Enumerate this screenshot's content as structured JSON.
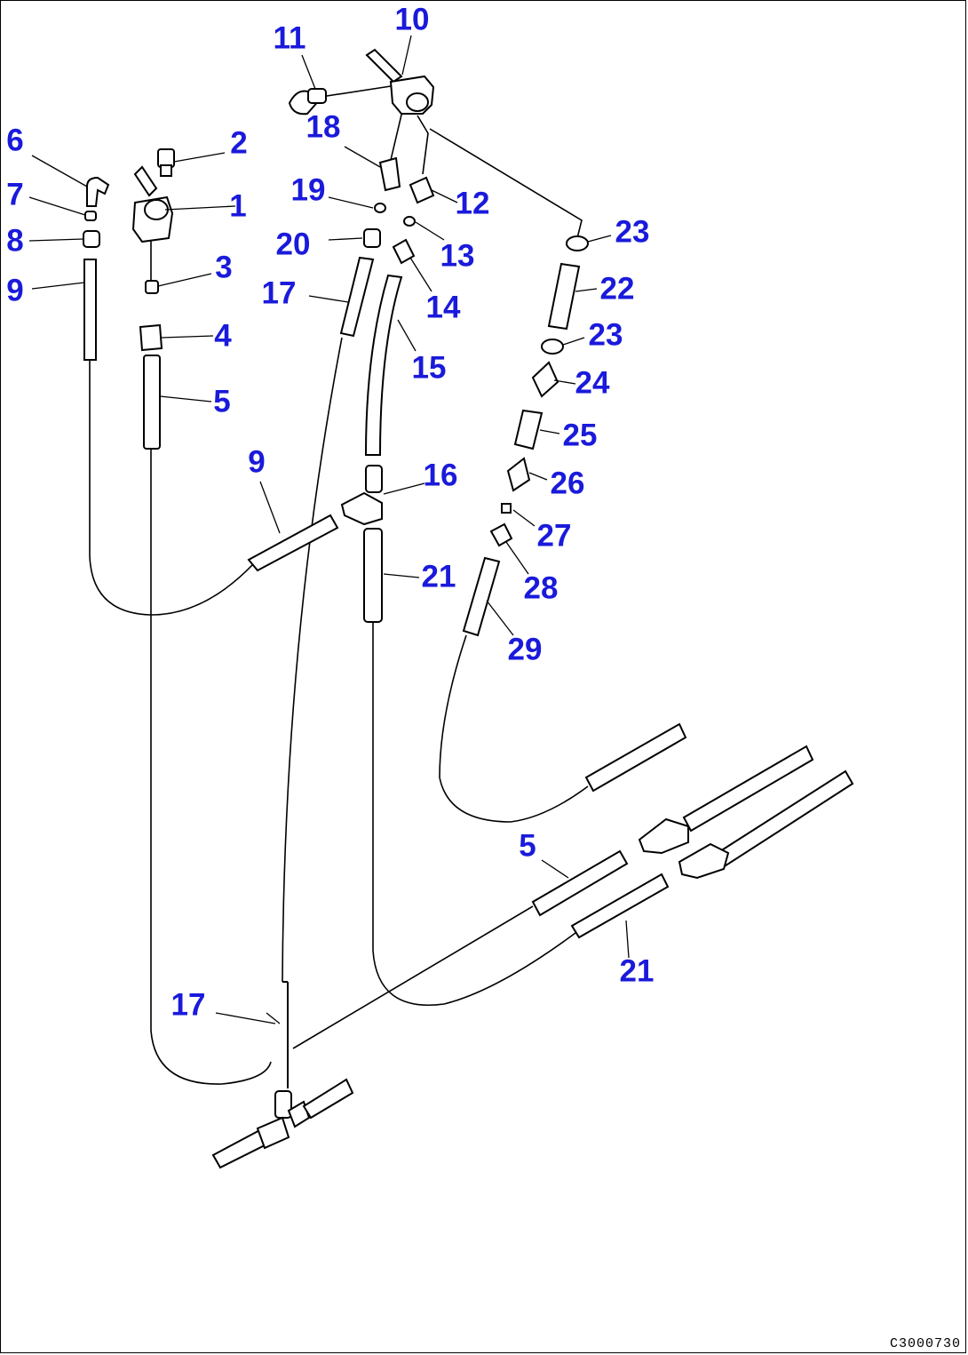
{
  "diagram": {
    "callout_color": "#1a1adb",
    "line_color": "#000000",
    "drawing_code": "C3000730",
    "callouts": [
      {
        "id": "c1",
        "text": "1"
      },
      {
        "id": "c2",
        "text": "2"
      },
      {
        "id": "c3",
        "text": "3"
      },
      {
        "id": "c4",
        "text": "4"
      },
      {
        "id": "c5",
        "text": "5"
      },
      {
        "id": "c5b",
        "text": "5"
      },
      {
        "id": "c6",
        "text": "6"
      },
      {
        "id": "c7",
        "text": "7"
      },
      {
        "id": "c8",
        "text": "8"
      },
      {
        "id": "c9",
        "text": "9"
      },
      {
        "id": "c9b",
        "text": "9"
      },
      {
        "id": "c10",
        "text": "10"
      },
      {
        "id": "c11",
        "text": "11"
      },
      {
        "id": "c12",
        "text": "12"
      },
      {
        "id": "c13",
        "text": "13"
      },
      {
        "id": "c14",
        "text": "14"
      },
      {
        "id": "c15",
        "text": "15"
      },
      {
        "id": "c16",
        "text": "16"
      },
      {
        "id": "c17",
        "text": "17"
      },
      {
        "id": "c17b",
        "text": "17"
      },
      {
        "id": "c18",
        "text": "18"
      },
      {
        "id": "c19",
        "text": "19"
      },
      {
        "id": "c20",
        "text": "20"
      },
      {
        "id": "c21",
        "text": "21"
      },
      {
        "id": "c21b",
        "text": "21"
      },
      {
        "id": "c22",
        "text": "22"
      },
      {
        "id": "c23",
        "text": "23"
      },
      {
        "id": "c23b",
        "text": "23"
      },
      {
        "id": "c24",
        "text": "24"
      },
      {
        "id": "c25",
        "text": "25"
      },
      {
        "id": "c26",
        "text": "26"
      },
      {
        "id": "c27",
        "text": "27"
      },
      {
        "id": "c28",
        "text": "28"
      },
      {
        "id": "c29",
        "text": "29"
      }
    ]
  }
}
